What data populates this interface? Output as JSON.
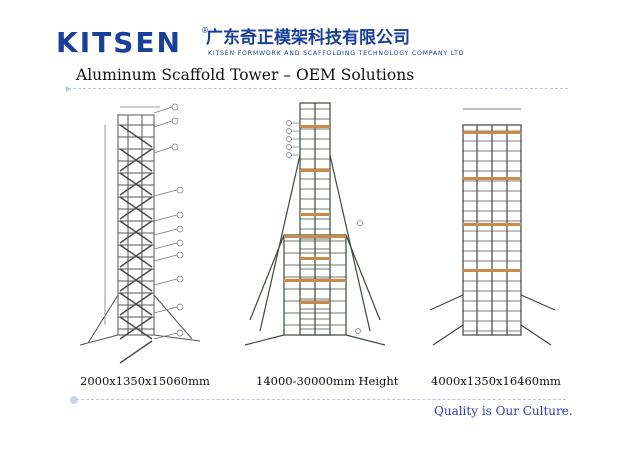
{
  "header": {
    "logo": "KITSEN",
    "registered_mark": "®",
    "company_cn": "广东奇正模架科技有限公司",
    "company_en": "KITSEN FORMWORK AND SCAFFOLDING TECHNOLOGY COMPANY LTD"
  },
  "title": "Aluminum Scaffold Tower – OEM Solutions",
  "products": [
    {
      "caption": "2000x1350x15060mm"
    },
    {
      "caption": "14000-30000mm Height"
    },
    {
      "caption": "4000x1350x16460mm"
    }
  ],
  "slogan": "Quality is Our Culture.",
  "colors": {
    "brand": "#1a3f9a",
    "slogan": "#2c3fbf",
    "rule": "#b9c8e0",
    "plank": "#c98a4a",
    "frame": "#3b4a3a"
  }
}
